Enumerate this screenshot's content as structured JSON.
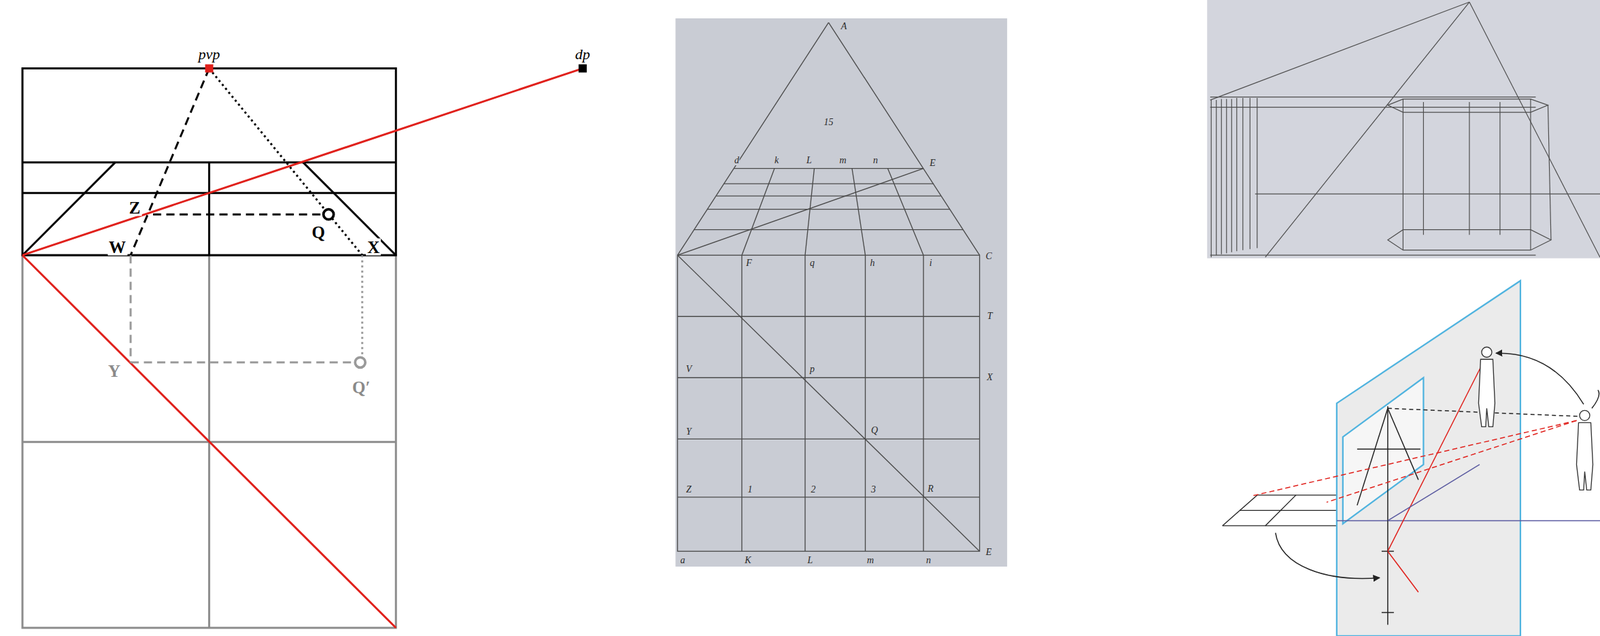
{
  "diagram": {
    "labels": [
      "pvp",
      "dp",
      "Z",
      "Q",
      "W",
      "X",
      "Y",
      "Q′",
      "A",
      "15",
      "d",
      "k",
      "L",
      "m",
      "n",
      "E",
      "F",
      "q",
      "h",
      "i",
      "C",
      "T",
      "X",
      "V",
      "p",
      "Y",
      "Q",
      "Z",
      "R",
      "1",
      "2",
      "3",
      "a",
      "K",
      "L",
      "m",
      "n",
      "E"
    ]
  }
}
